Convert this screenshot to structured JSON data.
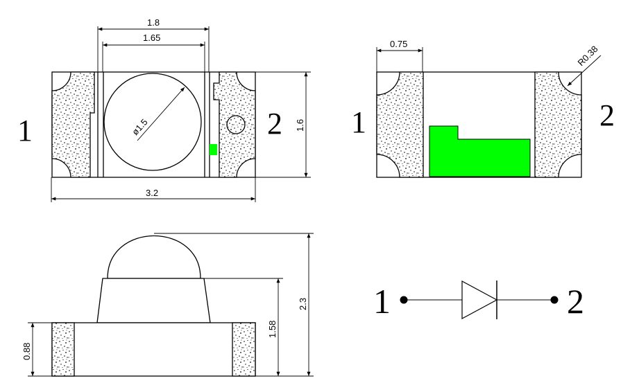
{
  "colors": {
    "green": "#00ff00",
    "line": "#000000",
    "background": "#ffffff"
  },
  "top_view": {
    "dim_width_outer": "1.8",
    "dim_width_inner": "1.65",
    "dim_length": "3.2",
    "dim_height": "1.6",
    "dim_diameter": "ø1.5",
    "pin_left": "1",
    "pin_right": "2"
  },
  "bottom_view": {
    "dim_pad": "0.75",
    "dim_radius": "R0.38",
    "pin_left": "1",
    "pin_right": "2"
  },
  "side_view": {
    "dim_base_height": "0.88",
    "dim_lens_base": "1.58",
    "dim_total_height": "2.3"
  },
  "schematic": {
    "pin_left": "1",
    "pin_right": "2"
  }
}
